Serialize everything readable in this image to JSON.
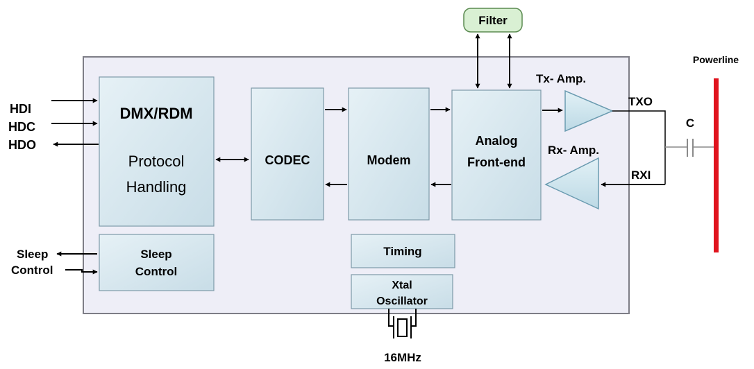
{
  "colors": {
    "chip_fill": "#eeeef7",
    "block_fill": "#d6e6ee",
    "filter_fill": "#d9f0d3",
    "filter_stroke": "#5a8a50",
    "powerline": "#e0141e",
    "wire": "#000000",
    "amp_fill": "#cfe5ee",
    "amp_stroke": "#6a9bb0"
  },
  "icons": [
    "arrow-icon",
    "triangle-amplifier-icon",
    "capacitor-icon",
    "crystal-icon"
  ],
  "labels": {
    "filter": "Filter",
    "powerline": "Powerline",
    "tx_amp": "Tx- Amp.",
    "rx_amp": "Rx- Amp.",
    "txo": "TXO",
    "rxi": "RXI",
    "capacitor": "C",
    "hdi": "HDI",
    "hdc": "HDC",
    "hdo": "HDO",
    "sleep_ext_line1": "Sleep",
    "sleep_ext_line2": "Control",
    "crystal": "16MHz"
  },
  "blocks": {
    "dmx_title": "DMX/RDM",
    "dmx_line1": "Protocol",
    "dmx_line2": "Handling",
    "codec": "CODEC",
    "modem": "Modem",
    "afe_line1": "Analog",
    "afe_line2": "Front-end",
    "sleep_line1": "Sleep",
    "sleep_line2": "Control",
    "timing": "Timing",
    "xtal_line1": "Xtal",
    "xtal_line2": "Oscillator"
  }
}
